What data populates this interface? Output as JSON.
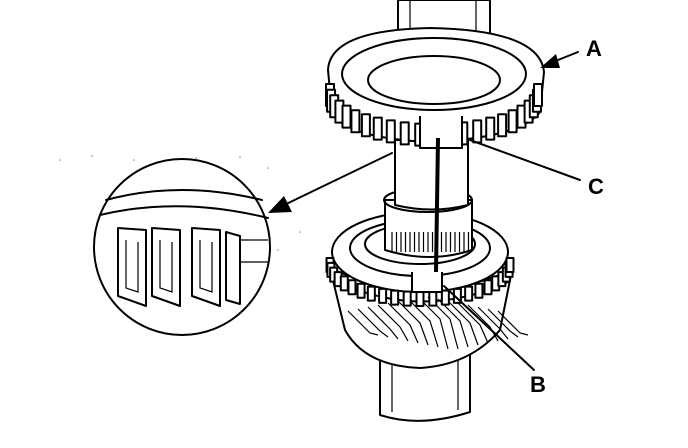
{
  "figure": {
    "callouts": {
      "a": "A",
      "b": "B",
      "c": "C"
    }
  },
  "colors": {
    "ink": "#000000",
    "paper": "#ffffff"
  }
}
